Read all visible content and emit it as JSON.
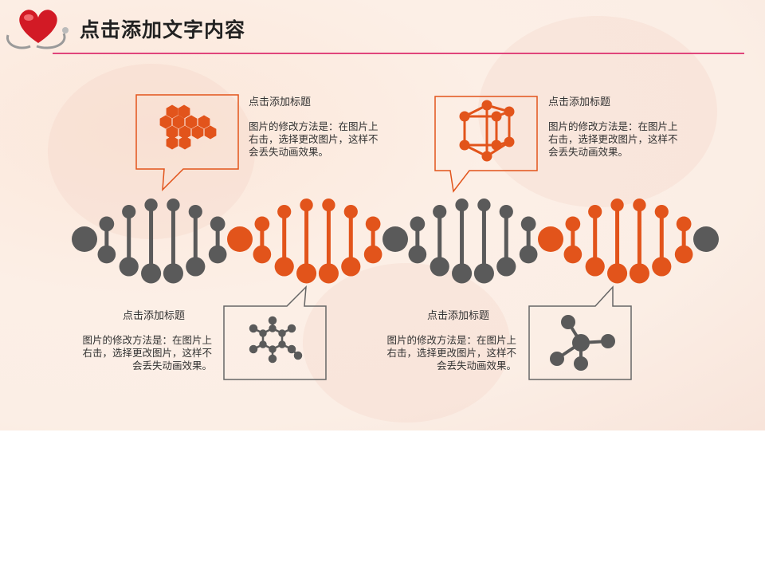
{
  "header": {
    "title": "点击添加文字内容"
  },
  "blocks": [
    {
      "heading": "点击添加标题",
      "body1": "图片的修改方法是：在图片上",
      "body2": "右击，选择更改图片，这样不",
      "body3": "会丢失动画效果。"
    },
    {
      "heading": "点击添加标题",
      "body1": "图片的修改方法是：在图片上",
      "body2": "右击，选择更改图片，这样不",
      "body3": "会丢失动画效果。"
    },
    {
      "heading": "点击添加标题",
      "body1": "图片的修改方法是：在图片上",
      "body2": "右击，选择更改图片，这样不",
      "body3": "会丢失动画效果。"
    },
    {
      "heading": "点击添加标题",
      "body1": "图片的修改方法是：在图片上",
      "body2": "右击，选择更改图片，这样不",
      "body3": "会丢失动画效果。"
    }
  ],
  "icons": [
    "hexagon-cluster-icon",
    "cube-molecule-icon",
    "benzene-molecule-icon",
    "molecule-network-icon"
  ],
  "colors": {
    "orange": "#e2541b",
    "gray": "#5a5a5a",
    "accent_rule": "#e0457b"
  }
}
